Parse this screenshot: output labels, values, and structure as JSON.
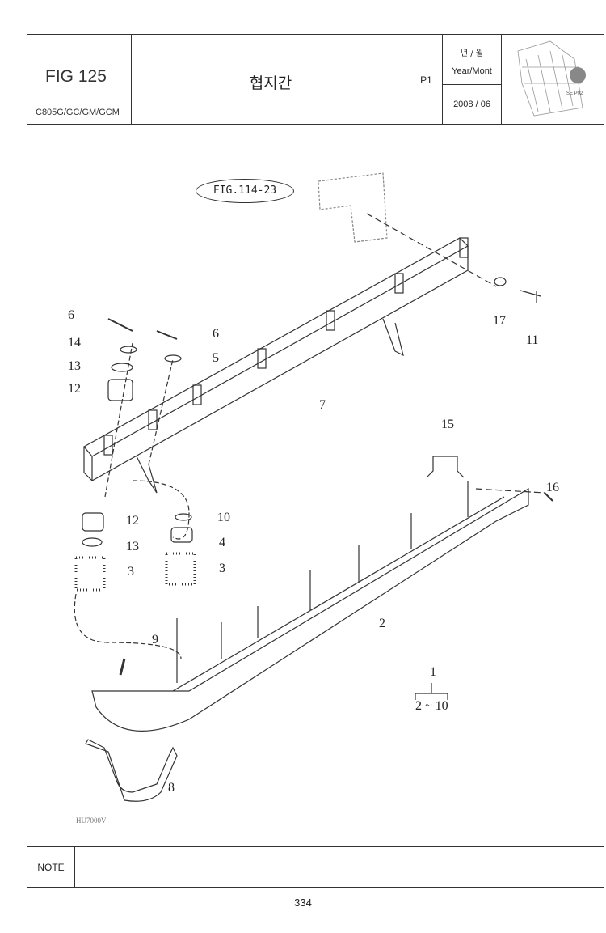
{
  "header": {
    "figure": "FIG 125",
    "model": "C805G/GC/GM/GCM",
    "title": "협지간",
    "page_ref": "P1",
    "date_label_ko": "년 / 월",
    "date_label_en": "Year/Mont",
    "date": "2008 / 06",
    "thumbnail_badge": "SE P02"
  },
  "diagram": {
    "reference": "FIG.114-23",
    "callouts": [
      "6",
      "14",
      "13",
      "12",
      "6",
      "5",
      "7",
      "17",
      "11",
      "15",
      "16",
      "12",
      "10",
      "13",
      "4",
      "3",
      "3",
      "2",
      "9",
      "8"
    ],
    "assembly": {
      "parent": "1",
      "range": "2 ~ 10"
    },
    "drawing_code": "HU7000V"
  },
  "note": {
    "label": "NOTE"
  },
  "footer": {
    "page_number": "334"
  }
}
